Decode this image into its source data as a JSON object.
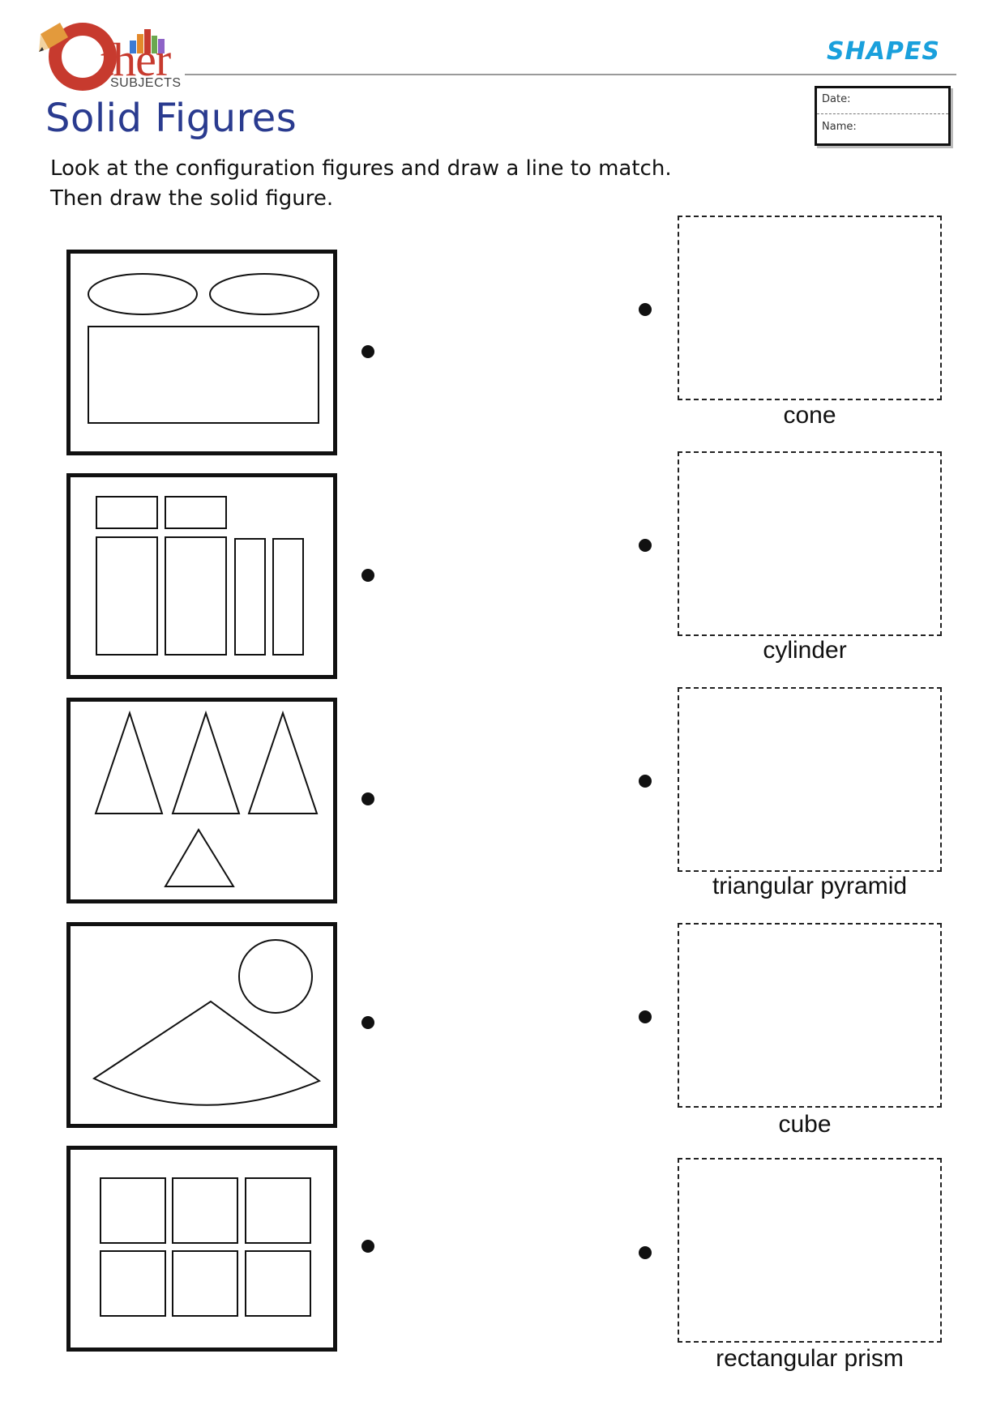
{
  "header": {
    "logo_word": "ther",
    "logo_sub": "SUBJECTS",
    "topic": "SHAPES",
    "date_label": "Date:",
    "name_label": "Name:"
  },
  "worksheet": {
    "title": "Solid Figures",
    "instruction_1": "Look at the configuration figures and draw a line to match.",
    "instruction_2": "Then draw the solid figure."
  },
  "answers": [
    "cone",
    "cylinder",
    "triangular pyramid",
    "cube",
    "rectangular prism"
  ],
  "colors": {
    "logo_red": "#c73a2e",
    "title_blue": "#2a3b8f",
    "topic_blue": "#1aa0dc"
  }
}
